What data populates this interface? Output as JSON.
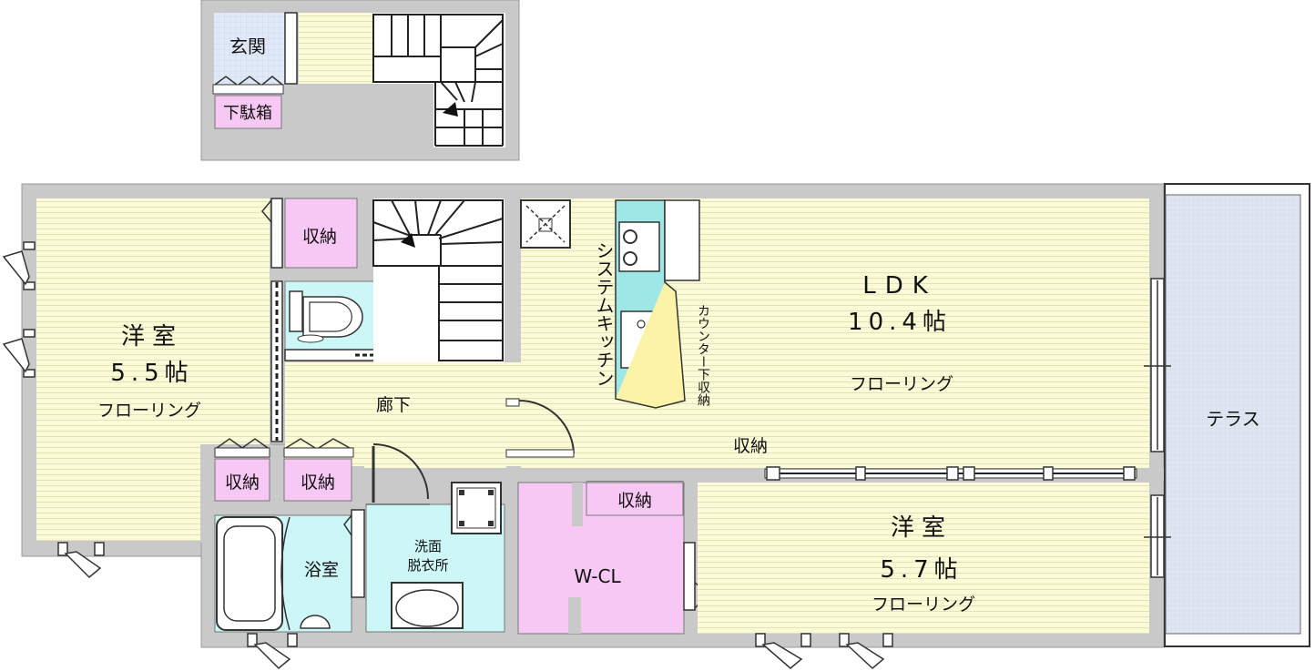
{
  "colors": {
    "wall": "#c9c9c9",
    "floor": "#fbfbd8",
    "floor_line": "#e3e3b6",
    "storage": "#f6c8f3",
    "wet": "#cdf6f6",
    "entrance_tile": "#dfe9f7",
    "terrace": "#dde6f1",
    "kitchen": "#9fe6e6"
  },
  "rooms": {
    "genkan": "玄関",
    "getabako": "下駄箱",
    "western1": {
      "name": "洋室",
      "size": "5.5帖",
      "floor": "フローリング"
    },
    "western2": {
      "name": "洋室",
      "size": "5.7帖",
      "floor": "フローリング"
    },
    "ldk": {
      "name": "LDK",
      "size": "10.4帖",
      "floor": "フローリング"
    },
    "storage_top": "収納",
    "storage_left1": "収納",
    "storage_left2": "収納",
    "storage_mid": "収納",
    "storage_ldk": "収納",
    "corridor": "廊下",
    "bath": "浴室",
    "washroom_line1": "洗面",
    "washroom_line2": "脱衣所",
    "wcl": "W-CL",
    "terrace": "テラス",
    "kitchen": "システムキッチン",
    "counter": "カウンター下収納"
  }
}
